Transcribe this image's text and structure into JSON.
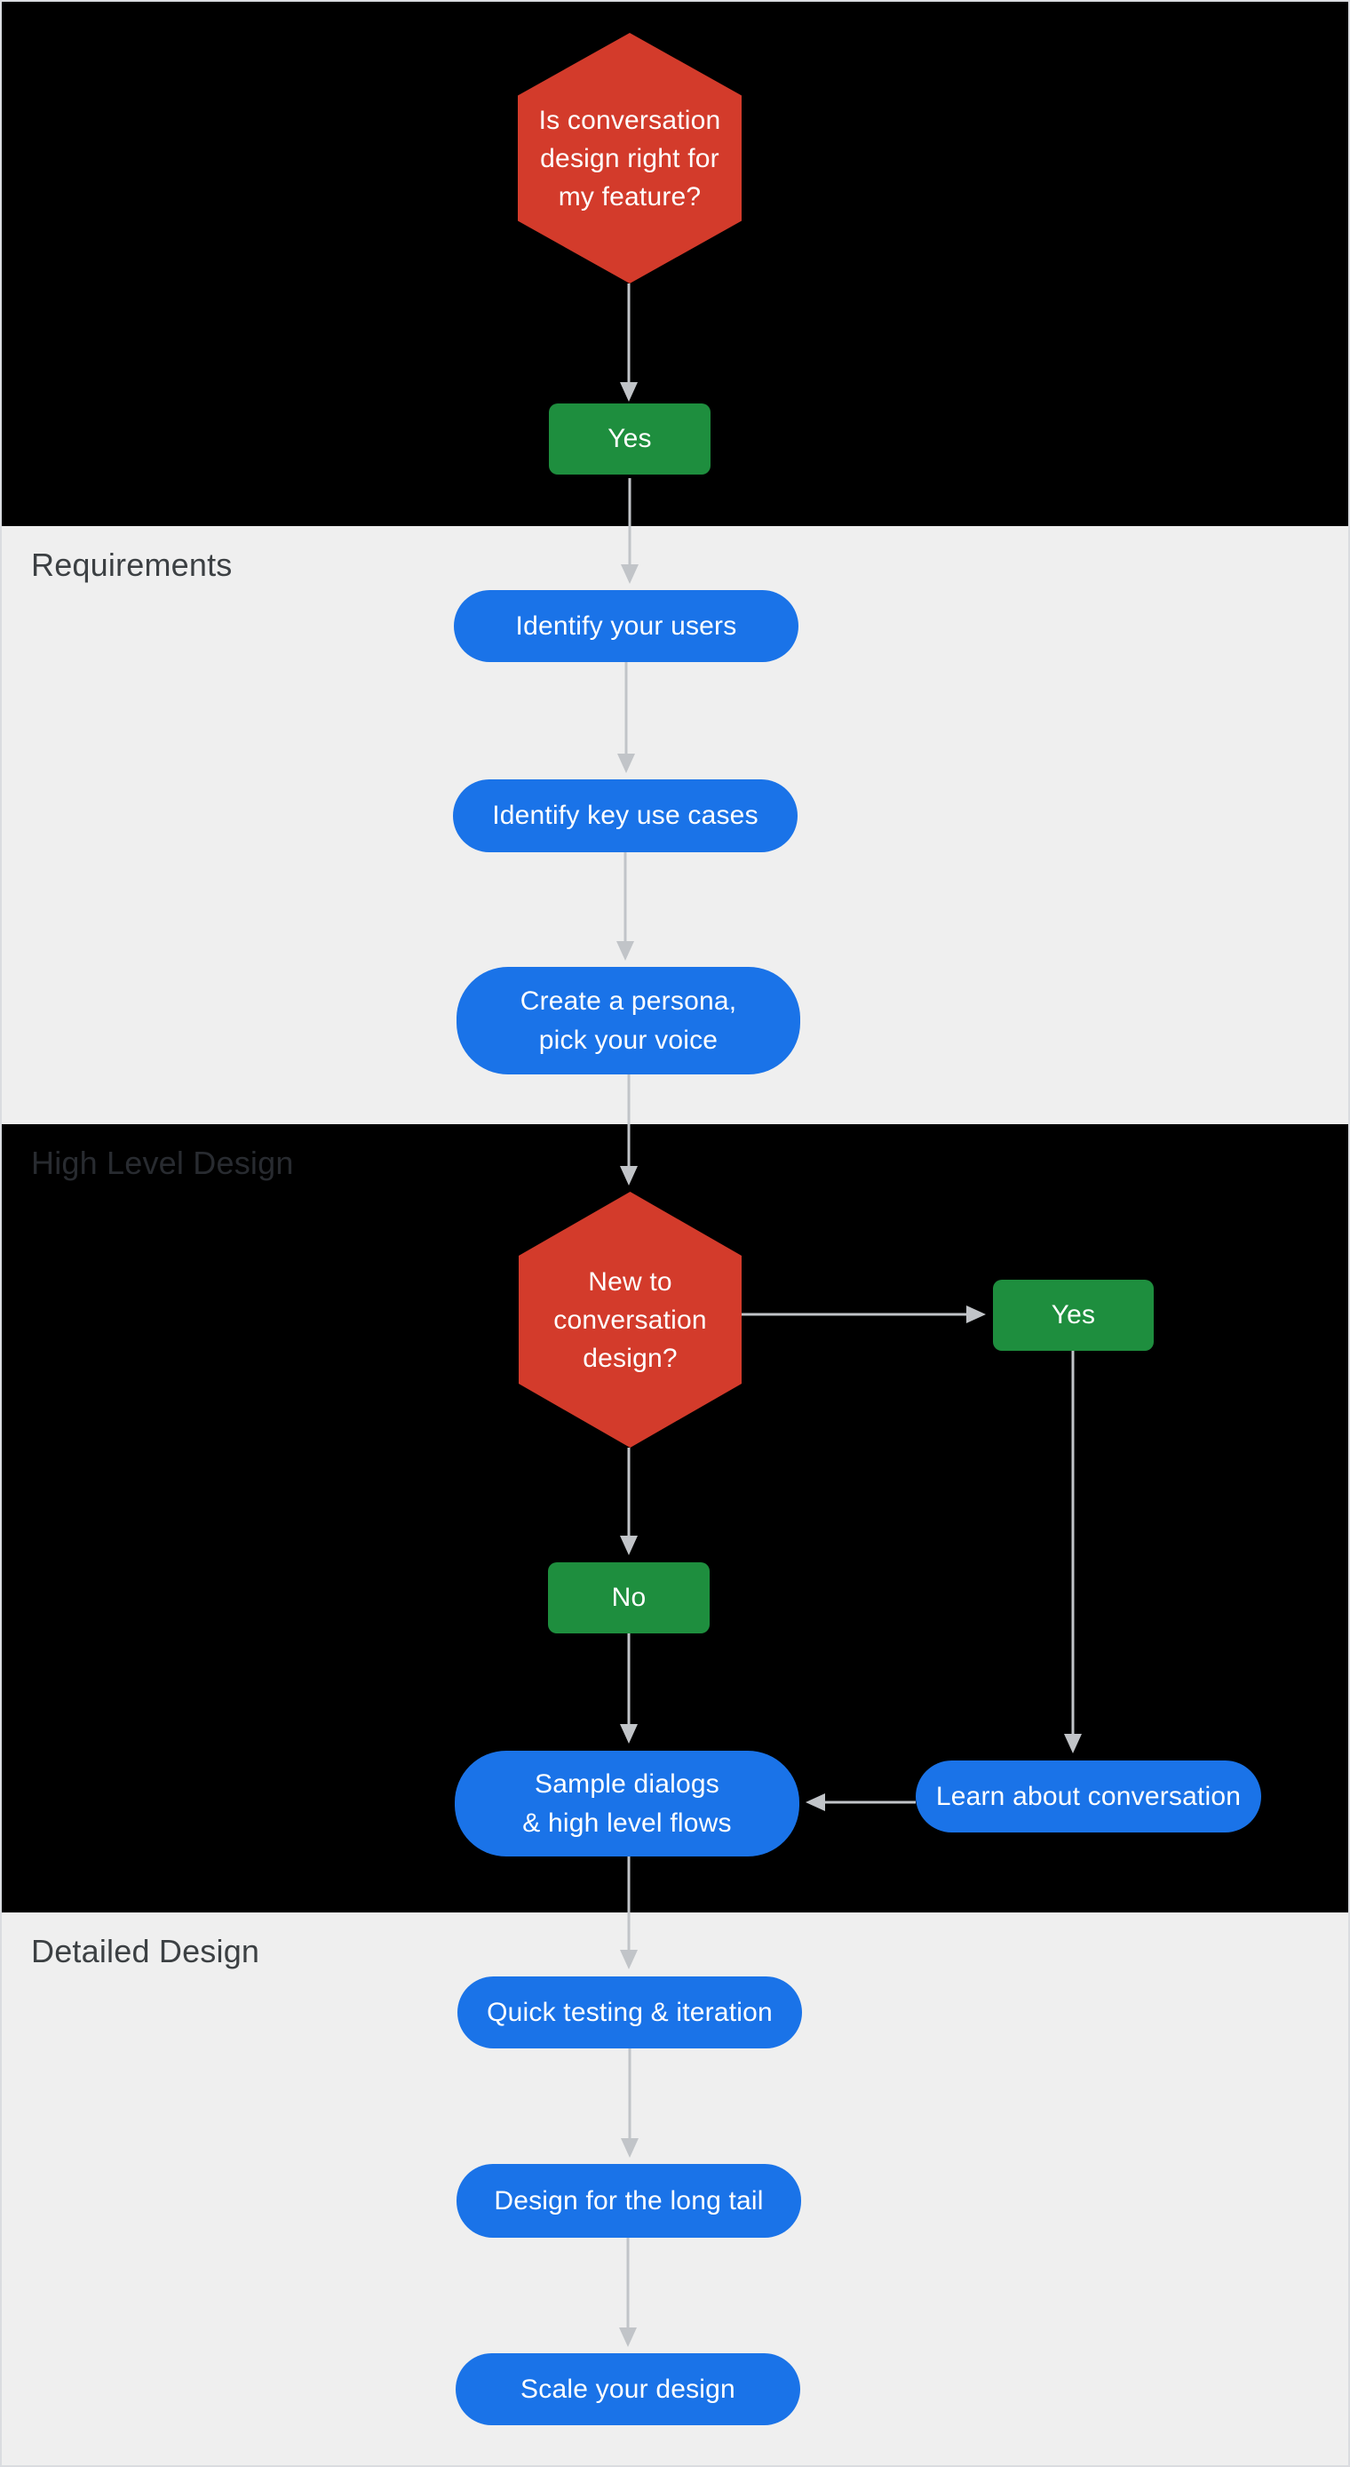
{
  "palette": {
    "red": "#D33B2B",
    "green": "#1E8E3E",
    "blue": "#1A73E8",
    "arrow": "#C1C4C8",
    "band_dark": "#000000",
    "band_light": "#EFEFEF"
  },
  "sections": {
    "requirements": {
      "label": "Requirements"
    },
    "high_level_design": {
      "label": "High Level Design"
    },
    "detailed_design": {
      "label": "Detailed Design"
    }
  },
  "nodes": {
    "q_feature": {
      "type": "decision",
      "lines": [
        "Is conversation",
        "design right for",
        "my feature?"
      ]
    },
    "yes_1": {
      "type": "answer",
      "label": "Yes"
    },
    "identify_users": {
      "type": "step",
      "label": "Identify your users"
    },
    "key_use_cases": {
      "type": "step",
      "label": "Identify key use cases"
    },
    "persona": {
      "type": "step",
      "lines": [
        "Create a persona,",
        "pick your voice"
      ]
    },
    "q_new": {
      "type": "decision",
      "lines": [
        "New to",
        "conversation",
        "design?"
      ]
    },
    "yes_2": {
      "type": "answer",
      "label": "Yes"
    },
    "no_1": {
      "type": "answer",
      "label": "No"
    },
    "sample_dialogs": {
      "type": "step",
      "lines": [
        "Sample dialogs",
        "& high level flows"
      ]
    },
    "learn": {
      "type": "step",
      "label": "Learn about conversation"
    },
    "quick_testing": {
      "type": "step",
      "label": "Quick testing & iteration"
    },
    "long_tail": {
      "type": "step",
      "label": "Design for the long tail"
    },
    "scale": {
      "type": "step",
      "label": "Scale your design"
    }
  }
}
